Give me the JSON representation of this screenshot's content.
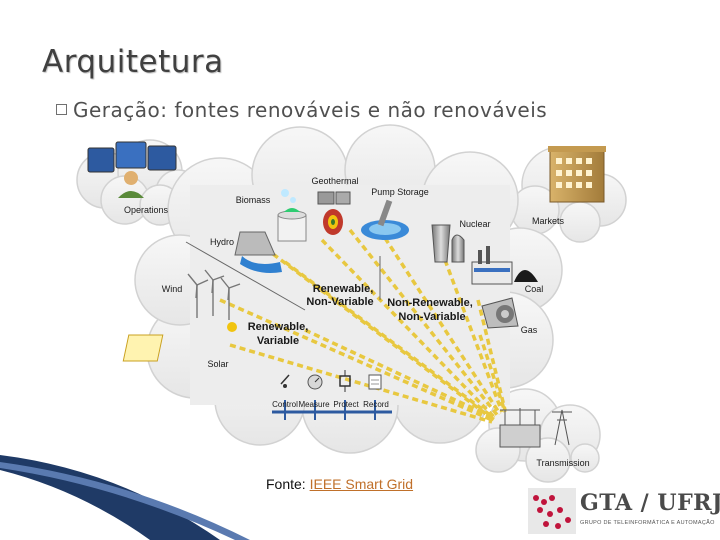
{
  "slide": {
    "title": "Arquitetura",
    "bullet": "Geração: fontes renováveis e não renováveis",
    "source_prefix": "Fonte: ",
    "source_link": "IEEE Smart Grid"
  },
  "diagram": {
    "nodes": {
      "operations": "Operations",
      "markets": "Markets",
      "geothermal": "Geothermal",
      "pump_storage": "Pump Storage",
      "biomass": "Biomass",
      "hydro": "Hydro",
      "nuclear": "Nuclear",
      "wind": "Wind",
      "coal": "Coal",
      "gas": "Gas",
      "solar": "Solar",
      "transmission": "Transmission"
    },
    "groups": {
      "renewable_nonvariable": [
        "Renewable,",
        "Non-Variable"
      ],
      "nonrenewable_nonvariable": [
        "Non-Renewable,",
        "Non-Variable"
      ],
      "renewable_variable": [
        "Renewable,",
        "Variable"
      ]
    },
    "controls": [
      "Control",
      "Measure",
      "Protect",
      "Record"
    ]
  },
  "logo": {
    "text": "GTA / UFRJ",
    "subtitle": "GRUPO DE TELEINFORMÁTICA E AUTOMAÇÃO"
  },
  "colors": {
    "cloud": "#f2f2f2",
    "dash": "#e8c840",
    "title": "#404040",
    "link": "#c0702a"
  }
}
